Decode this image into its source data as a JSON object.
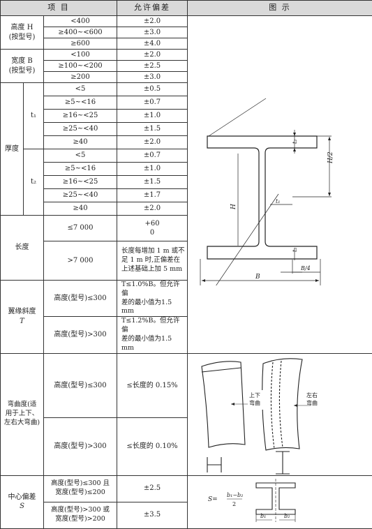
{
  "header": {
    "item": "项 目",
    "tolerance": "允许偏差",
    "figure": "图 示"
  },
  "height": {
    "label_line1": "高度 H",
    "label_line2": "(按型号)",
    "rows": [
      {
        "range": "<400",
        "tol": "±2.0"
      },
      {
        "range": "≥400~<600",
        "tol": "±3.0"
      },
      {
        "range": "≥600",
        "tol": "±4.0"
      }
    ]
  },
  "width": {
    "label_line1": "宽度 B",
    "label_line2": "(按型号)",
    "rows": [
      {
        "range": "<100",
        "tol": "±2.0"
      },
      {
        "range": "≥100~<200",
        "tol": "±2.5"
      },
      {
        "range": "≥200",
        "tol": "±3.0"
      }
    ]
  },
  "thickness": {
    "label": "厚度",
    "t1": {
      "symbol": "t₁",
      "rows": [
        {
          "range": "<5",
          "tol": "±0.5"
        },
        {
          "range": "≥5~<16",
          "tol": "±0.7"
        },
        {
          "range": "≥16~<25",
          "tol": "±1.0"
        },
        {
          "range": "≥25~<40",
          "tol": "±1.5"
        },
        {
          "range": "≥40",
          "tol": "±2.0"
        }
      ]
    },
    "t2": {
      "symbol": "t₂",
      "rows": [
        {
          "range": "<5",
          "tol": "±0.7"
        },
        {
          "range": "≥5~<16",
          "tol": "±1.0"
        },
        {
          "range": "≥16~<25",
          "tol": "±1.5"
        },
        {
          "range": "≥25~<40",
          "tol": "±1.7"
        },
        {
          "range": "≥40",
          "tol": "±2.0"
        }
      ]
    }
  },
  "length": {
    "label": "长度",
    "row1": {
      "range": "≤7 000",
      "tol_line1": "+60",
      "tol_line2": "0"
    },
    "row2": {
      "range": ">7 000",
      "tol_lines": [
        "长度每增加 1 m 或不",
        "足 1 m 时,正偏差在",
        "上述基础上加 5 mm"
      ]
    }
  },
  "flange_tilt": {
    "label_line1": "翼缘斜度",
    "label_line2": "T",
    "row1": {
      "cond": "高度(型号)≤300",
      "tol_line1": "T≤1.0%B。但允许偏",
      "tol_line2": "差的最小值为1.5 mm"
    },
    "row2": {
      "cond": "高度(型号)>300",
      "tol_line1": "T≤1.2%B。但允许偏",
      "tol_line2": "差的最小值为1.5 mm"
    }
  },
  "bending": {
    "label_lines": [
      "弯曲度(适",
      "用于上下、",
      "左右大弯曲)"
    ],
    "row1": {
      "cond": "高度(型号)≤300",
      "tol": "≤长度的 0.15%"
    },
    "row2": {
      "cond": "高度(型号)>300",
      "tol": "≤长度的 0.10%"
    }
  },
  "center_offset": {
    "label_line1": "中心偏差",
    "label_line2": "S",
    "row1": {
      "cond_line1": "高度(型号)≤300 且",
      "cond_line2": "宽度(型号)≤200",
      "tol": "±2.5"
    },
    "row2": {
      "cond_line1": "高度(型号)>300 或",
      "cond_line2": "宽度(型号)>200",
      "tol": "±3.5"
    }
  },
  "figures": {
    "section": {
      "H": "H",
      "H2": "H/2",
      "t1": "t₁",
      "t2": "t₂",
      "B": "B",
      "B4": "B/4"
    },
    "tilt": {
      "T": "T"
    },
    "bend": {
      "up_down_line1": "上下",
      "up_down_line2": "弯曲",
      "left_right_line1": "左右",
      "left_right_line2": "弯曲"
    },
    "offset": {
      "formula_left": "S=",
      "formula_num": "b₁−b₂",
      "formula_den": "2",
      "b1": "b₁",
      "b2": "b₂"
    }
  }
}
